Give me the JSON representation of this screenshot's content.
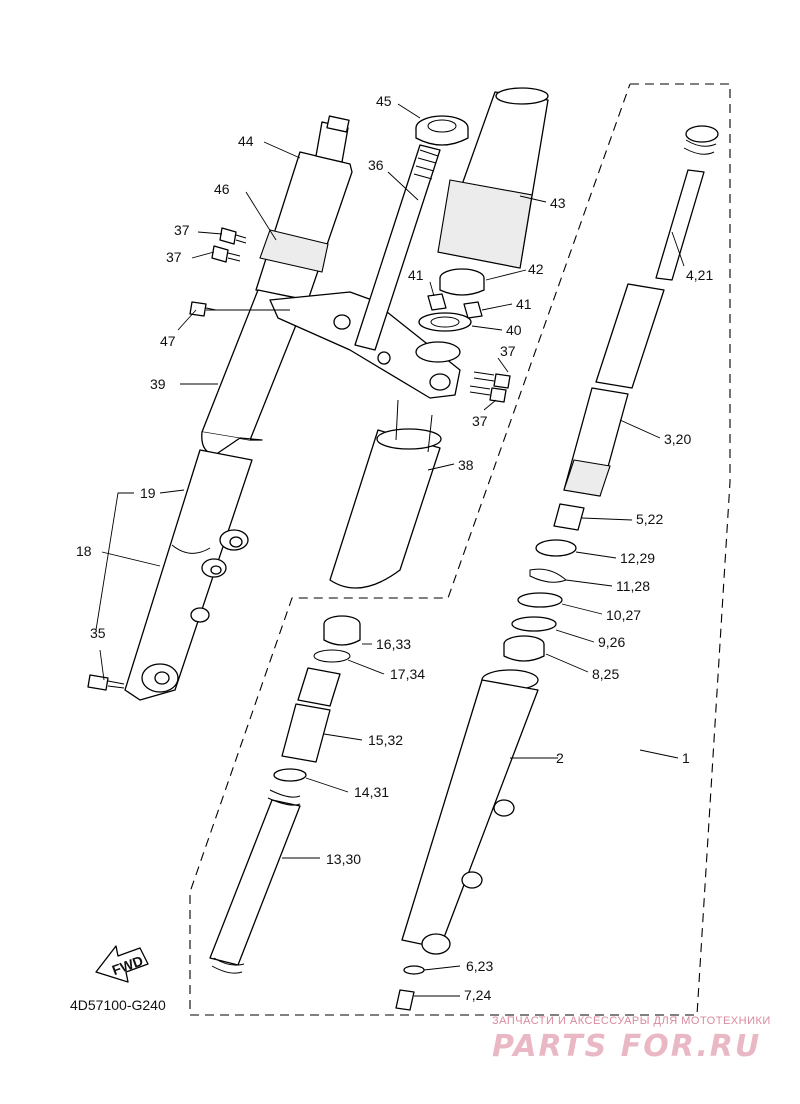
{
  "diagram": {
    "code": "4D57100-G240",
    "fwd": "FWD",
    "callouts": {
      "c1": "1",
      "c2": "2",
      "c3_20": "3,20",
      "c4_21": "4,21",
      "c5_22": "5,22",
      "c6_23": "6,23",
      "c7_24": "7,24",
      "c8_25": "8,25",
      "c9_26": "9,26",
      "c10_27": "10,27",
      "c11_28": "11,28",
      "c12_29": "12,29",
      "c13_30": "13,30",
      "c14_31": "14,31",
      "c15_32": "15,32",
      "c16_33": "16,33",
      "c17_34": "17,34",
      "c18": "18",
      "c19": "19",
      "c35": "35",
      "c36": "36",
      "c37a": "37",
      "c37b": "37",
      "c37c": "37",
      "c37d": "37",
      "c38": "38",
      "c39": "39",
      "c40": "40",
      "c41a": "41",
      "c41b": "41",
      "c42": "42",
      "c43": "43",
      "c44": "44",
      "c45": "45",
      "c46": "46",
      "c47": "47"
    }
  },
  "watermark": {
    "tagline": "ЗАПЧАСТИ И АКСЕССУАРЫ ДЛЯ МОТОТЕХНИКИ",
    "brand": "PARTS FOR.RU"
  }
}
